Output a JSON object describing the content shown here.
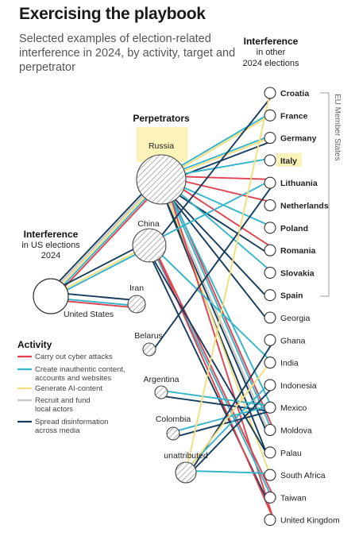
{
  "title": "Exercising the playbook",
  "subtitle": "Selected examples of election-related interference in 2024, by activity, target and perpetrator",
  "perpetrators_heading": "Perpetrators",
  "us_heading": {
    "title": "Interference",
    "line1": "in US elections",
    "line2": "2024",
    "node": "United States"
  },
  "other_heading": {
    "title": "Interference",
    "line1": "in other",
    "line2": "2024 elections"
  },
  "eu_bracket_label": "EU Member States",
  "legend": {
    "title": "Activity",
    "items": [
      {
        "key": "cyber",
        "label1": "Carry out cyber attacks",
        "label2": "",
        "color": "#e0424f"
      },
      {
        "key": "content",
        "label1": "Create inauthentic content,",
        "label2": "accounts and websites",
        "color": "#33b5c9"
      },
      {
        "key": "ai",
        "label1": "Generate AI-content",
        "label2": "",
        "color": "#f3dc7a"
      },
      {
        "key": "recruit",
        "label1": "Recruit and fund",
        "label2": "local actors",
        "color": "#c4c4c4"
      },
      {
        "key": "spread",
        "label1": "Spread disinformation",
        "label2": "across media",
        "color": "#163c5e"
      }
    ]
  },
  "perpetrators": [
    {
      "id": "russia",
      "name": "Russia"
    },
    {
      "id": "china",
      "name": "China"
    },
    {
      "id": "iran",
      "name": "Iran"
    },
    {
      "id": "belarus",
      "name": "Belarus"
    },
    {
      "id": "argentina",
      "name": "Argentina"
    },
    {
      "id": "colombia",
      "name": "Colombia"
    },
    {
      "id": "unattributed",
      "name": "unattributed"
    }
  ],
  "targets": [
    {
      "id": "croatia",
      "name": "Croatia",
      "eu": true
    },
    {
      "id": "france",
      "name": "France",
      "eu": true
    },
    {
      "id": "germany",
      "name": "Germany",
      "eu": true
    },
    {
      "id": "italy",
      "name": "Italy",
      "eu": true
    },
    {
      "id": "lithuania",
      "name": "Lithuania",
      "eu": true
    },
    {
      "id": "netherlands",
      "name": "Netherlands",
      "eu": true
    },
    {
      "id": "poland",
      "name": "Poland",
      "eu": true
    },
    {
      "id": "romania",
      "name": "Romania",
      "eu": true
    },
    {
      "id": "slovakia",
      "name": "Slovakia",
      "eu": true
    },
    {
      "id": "spain",
      "name": "Spain",
      "eu": true
    },
    {
      "id": "georgia",
      "name": "Georgia",
      "eu": false
    },
    {
      "id": "ghana",
      "name": "Ghana",
      "eu": false
    },
    {
      "id": "india",
      "name": "India",
      "eu": false
    },
    {
      "id": "indonesia",
      "name": "Indonesia",
      "eu": false
    },
    {
      "id": "mexico",
      "name": "Mexico",
      "eu": false
    },
    {
      "id": "moldova",
      "name": "Moldova",
      "eu": false
    },
    {
      "id": "palau",
      "name": "Palau",
      "eu": false
    },
    {
      "id": "south_africa",
      "name": "South Africa",
      "eu": false
    },
    {
      "id": "taiwan",
      "name": "Taiwan",
      "eu": false
    },
    {
      "id": "uk",
      "name": "United Kingdom",
      "eu": false
    }
  ],
  "links": [
    {
      "from": "russia",
      "to": "us",
      "activity": "cyber"
    },
    {
      "from": "russia",
      "to": "us",
      "activity": "content"
    },
    {
      "from": "russia",
      "to": "us",
      "activity": "ai"
    },
    {
      "from": "russia",
      "to": "us",
      "activity": "recruit"
    },
    {
      "from": "russia",
      "to": "us",
      "activity": "spread"
    },
    {
      "from": "china",
      "to": "us",
      "activity": "content"
    },
    {
      "from": "china",
      "to": "us",
      "activity": "ai"
    },
    {
      "from": "china",
      "to": "us",
      "activity": "spread"
    },
    {
      "from": "iran",
      "to": "us",
      "activity": "cyber"
    },
    {
      "from": "iran",
      "to": "us",
      "activity": "content"
    },
    {
      "from": "iran",
      "to": "us",
      "activity": "spread"
    },
    {
      "from": "russia",
      "to": "france",
      "activity": "content"
    },
    {
      "from": "russia",
      "to": "france",
      "activity": "ai"
    },
    {
      "from": "russia",
      "to": "germany",
      "activity": "content"
    },
    {
      "from": "russia",
      "to": "germany",
      "activity": "ai"
    },
    {
      "from": "russia",
      "to": "germany",
      "activity": "spread"
    },
    {
      "from": "russia",
      "to": "italy",
      "activity": "content"
    },
    {
      "from": "russia",
      "to": "lithuania",
      "activity": "cyber"
    },
    {
      "from": "russia",
      "to": "netherlands",
      "activity": "cyber"
    },
    {
      "from": "russia",
      "to": "poland",
      "activity": "content"
    },
    {
      "from": "russia",
      "to": "romania",
      "activity": "cyber"
    },
    {
      "from": "russia",
      "to": "romania",
      "activity": "spread"
    },
    {
      "from": "russia",
      "to": "slovakia",
      "activity": "content"
    },
    {
      "from": "russia",
      "to": "spain",
      "activity": "spread"
    },
    {
      "from": "russia",
      "to": "moldova",
      "activity": "cyber"
    },
    {
      "from": "russia",
      "to": "moldova",
      "activity": "content"
    },
    {
      "from": "russia",
      "to": "moldova",
      "activity": "recruit"
    },
    {
      "from": "russia",
      "to": "moldova",
      "activity": "spread"
    },
    {
      "from": "russia",
      "to": "georgia",
      "activity": "spread"
    },
    {
      "from": "russia",
      "to": "mexico",
      "activity": "content"
    },
    {
      "from": "russia",
      "to": "palau",
      "activity": "spread"
    },
    {
      "from": "russia",
      "to": "south_africa",
      "activity": "ai"
    },
    {
      "from": "russia",
      "to": "uk",
      "activity": "cyber"
    },
    {
      "from": "china",
      "to": "croatia",
      "activity": "spread"
    },
    {
      "from": "china",
      "to": "lithuania",
      "activity": "content"
    },
    {
      "from": "china",
      "to": "taiwan",
      "activity": "cyber"
    },
    {
      "from": "china",
      "to": "taiwan",
      "activity": "content"
    },
    {
      "from": "china",
      "to": "taiwan",
      "activity": "spread"
    },
    {
      "from": "china",
      "to": "uk",
      "activity": "cyber"
    },
    {
      "from": "china",
      "to": "india",
      "activity": "content"
    },
    {
      "from": "china",
      "to": "palau",
      "activity": "spread"
    },
    {
      "from": "belarus",
      "to": "lithuania",
      "activity": "spread"
    },
    {
      "from": "argentina",
      "to": "mexico",
      "activity": "content"
    },
    {
      "from": "argentina",
      "to": "mexico",
      "activity": "spread"
    },
    {
      "from": "colombia",
      "to": "mexico",
      "activity": "content"
    },
    {
      "from": "colombia",
      "to": "mexico",
      "activity": "spread"
    },
    {
      "from": "unattributed",
      "to": "ghana",
      "activity": "spread"
    },
    {
      "from": "unattributed",
      "to": "indonesia",
      "activity": "content"
    },
    {
      "from": "unattributed",
      "to": "indonesia",
      "activity": "spread"
    },
    {
      "from": "unattributed",
      "to": "india",
      "activity": "ai"
    },
    {
      "from": "unattributed",
      "to": "south_africa",
      "activity": "content"
    },
    {
      "from": "unattributed",
      "to": "croatia",
      "activity": "ai"
    }
  ]
}
